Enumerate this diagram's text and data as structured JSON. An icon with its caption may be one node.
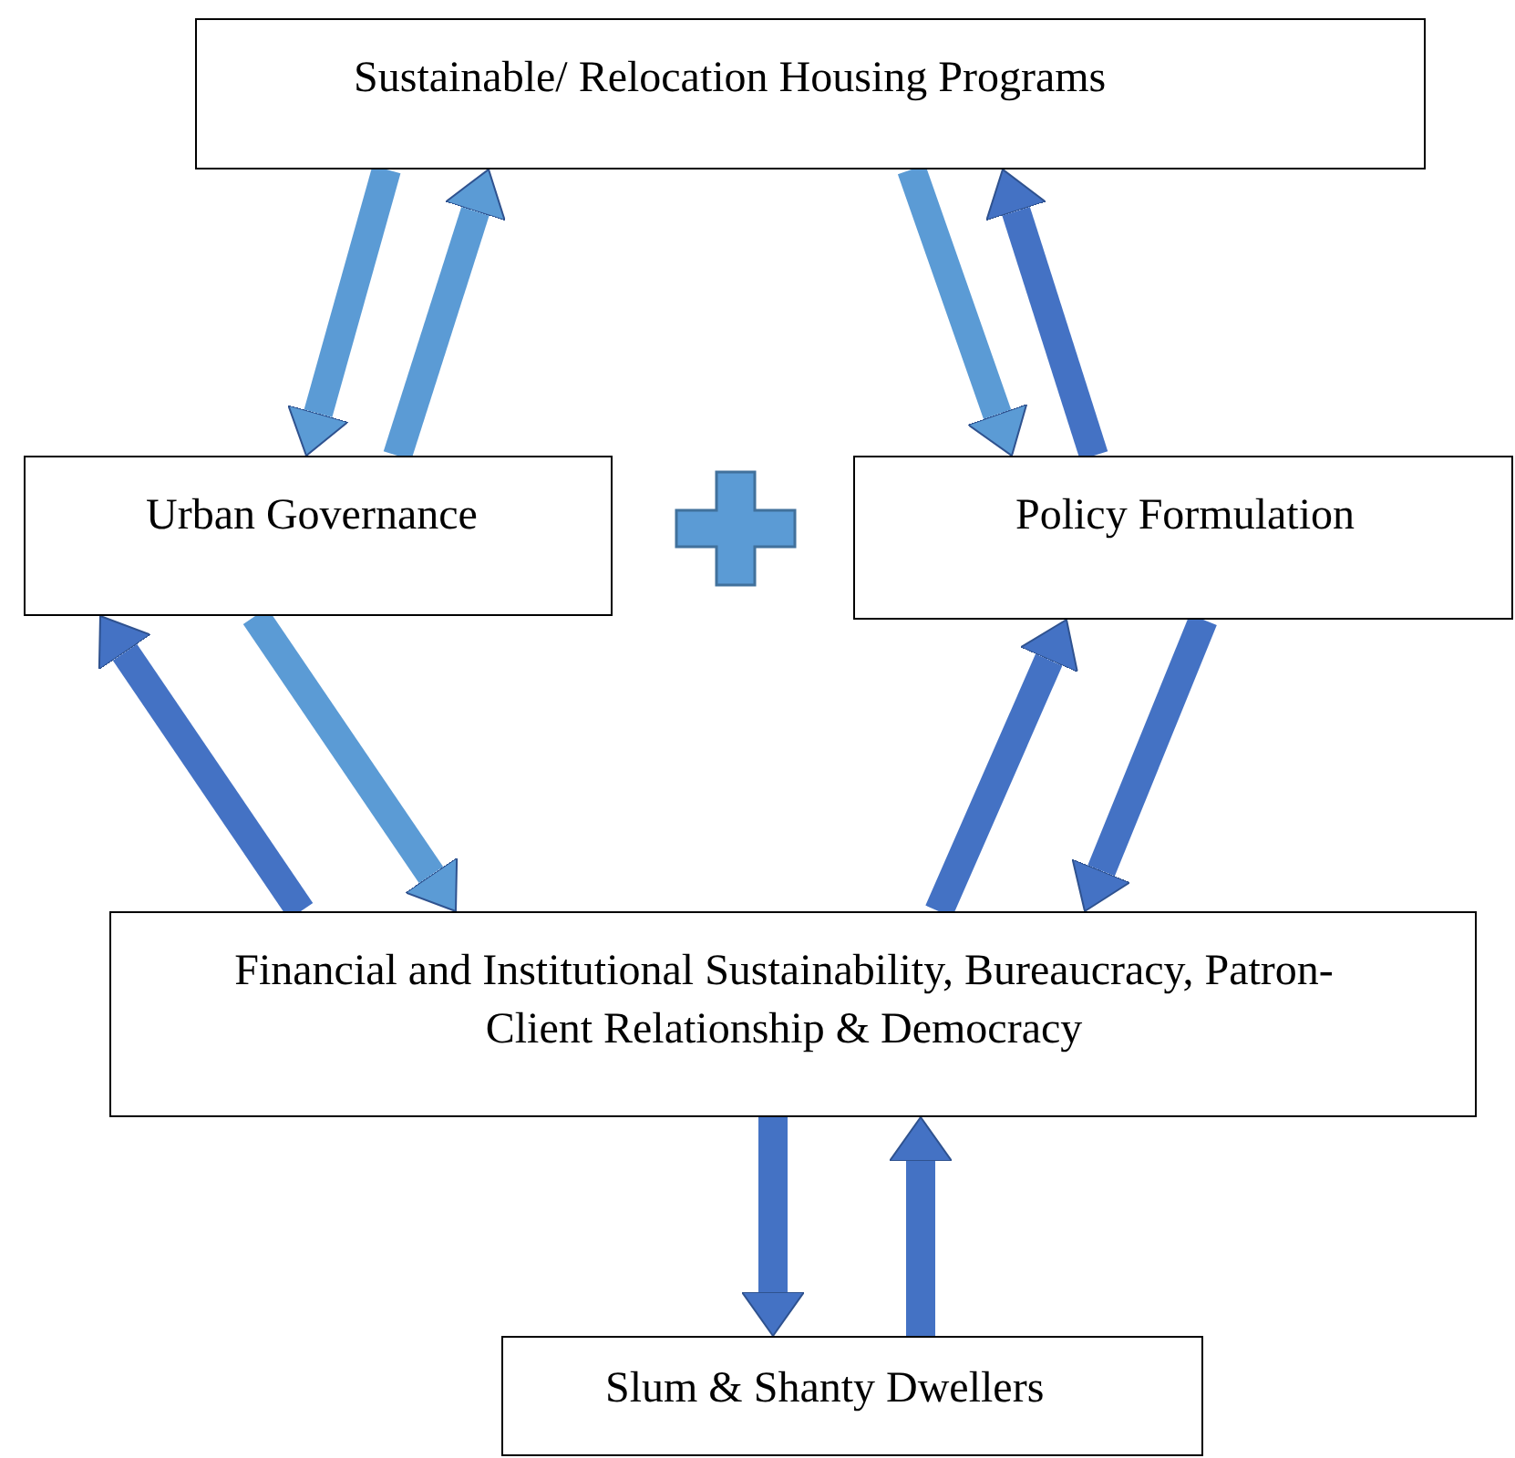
{
  "diagram": {
    "nodes": [
      {
        "text": [
          "Sustainable/ Relocation Housing Programs"
        ]
      },
      {
        "text": [
          "Urban Governance"
        ]
      },
      {
        "text": [
          "Policy Formulation"
        ]
      },
      {
        "text": [
          "Financial and Institutional Sustainability, Bureaucracy, Patron-Client Relationship & Democracy"
        ]
      },
      {
        "text": [
          "Slum & Shanty Dwellers"
        ]
      }
    ],
    "edges": [
      {
        "from": 0,
        "to": 1,
        "arrow": "to",
        "color": "#5b9bd5"
      },
      {
        "from": 1,
        "to": 0,
        "arrow": "to",
        "color": "#5b9bd5"
      },
      {
        "from": 0,
        "to": 2,
        "arrow": "to",
        "color": "#5b9bd5"
      },
      {
        "from": 2,
        "to": 0,
        "arrow": "to"
      },
      {
        "from": 1,
        "to": 3,
        "arrow": "to",
        "color": "#5b9bd5"
      },
      {
        "from": 3,
        "to": 1,
        "arrow": "to"
      },
      {
        "from": 3,
        "to": 2,
        "arrow": "to"
      },
      {
        "from": 2,
        "to": 3,
        "arrow": "to"
      },
      {
        "from": 3,
        "to": 4,
        "arrow": "to"
      },
      {
        "from": 4,
        "to": 3,
        "arrow": "to"
      }
    ]
  }
}
